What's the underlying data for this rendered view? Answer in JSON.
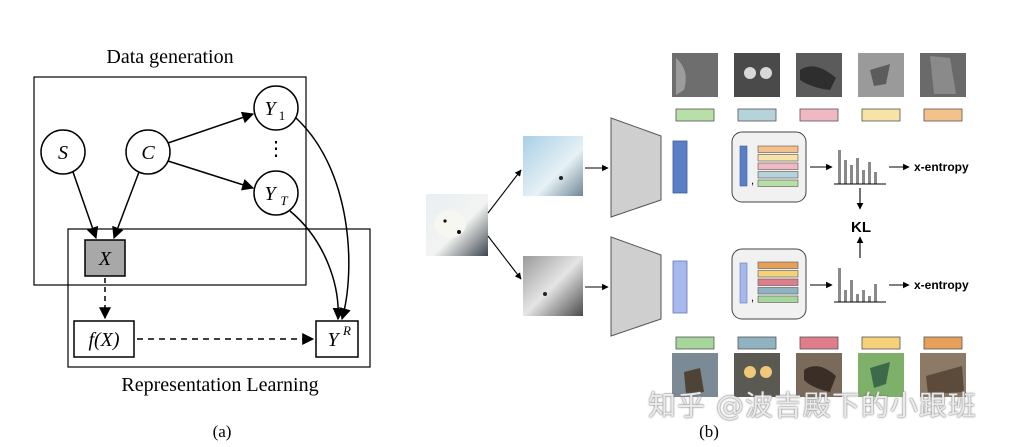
{
  "panel_a": {
    "title": "Data generation",
    "bottom_label": "Representation Learning",
    "caption": "(a)",
    "nodes": {
      "s": "S",
      "c": "C",
      "y1_base": "Y",
      "y1_sub": "1",
      "yt_base": "Y",
      "yt_sub": "T",
      "vdots": "⋮",
      "x": "X",
      "fx": "f(X)",
      "yr_base": "Y",
      "yr_sup": "R"
    }
  },
  "panel_b": {
    "caption": "(b)",
    "kl_label": "KL",
    "xentropy_top": "x-entropy",
    "xentropy_bottom": "x-entropy",
    "comma_top": ",",
    "comma_bottom": ",",
    "prototype_colors_top": [
      "#b9dfa8",
      "#b7d3da",
      "#f0b8c2",
      "#f7e3a6",
      "#f4c08c"
    ],
    "prototype_colors_bottom": [
      "#a6d69b",
      "#8fb3c0",
      "#e07d8a",
      "#f5d27a",
      "#e6a05a"
    ],
    "embedding_top_color": "#5b7fc6",
    "embedding_bottom_color": "#a7b8ec",
    "encoder_color": "#cfcfcf",
    "images": [
      "polar-bear-photo",
      "lizard-photo",
      "lemur-photo",
      "bird-photo",
      "hummingbird-photo",
      "owl-photo",
      "deer-photo"
    ]
  },
  "watermark": "知乎 @波吉殿下的小跟班"
}
